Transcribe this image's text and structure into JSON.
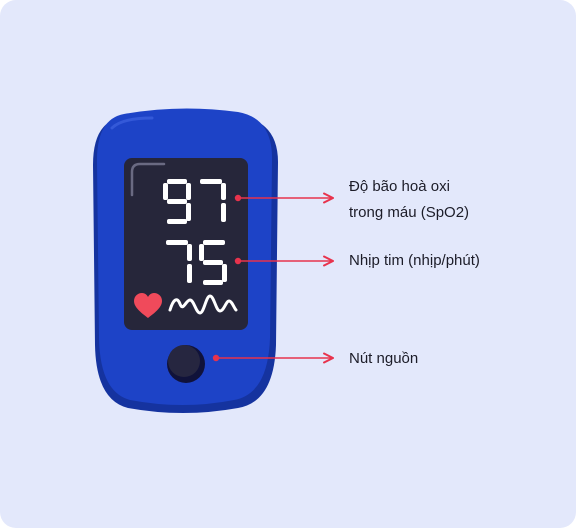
{
  "oximeter": {
    "spo2_value": "97",
    "pulse_value": "75"
  },
  "annotations": {
    "spo2": {
      "line1": "Độ bão hoà oxi",
      "line2": "trong máu (SpO2)"
    },
    "pulse": "Nhịp tim (nhịp/phút)",
    "power": "Nút nguồn"
  },
  "colors": {
    "background": "#e3e8fb",
    "device_body": "#1d43c7",
    "screen": "#26263a",
    "heart": "#f04a5b",
    "arrow": "#e8334d",
    "digits": "#ffffff"
  }
}
